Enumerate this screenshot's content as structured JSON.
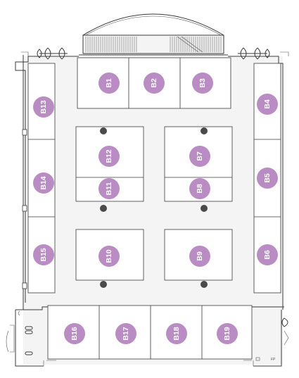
{
  "booths": [
    {
      "id": "B1"
    },
    {
      "id": "B2"
    },
    {
      "id": "B3"
    },
    {
      "id": "B4"
    },
    {
      "id": "B5"
    },
    {
      "id": "B6"
    },
    {
      "id": "B7"
    },
    {
      "id": "B8"
    },
    {
      "id": "B9"
    },
    {
      "id": "B10"
    },
    {
      "id": "B11"
    },
    {
      "id": "B12"
    },
    {
      "id": "B13"
    },
    {
      "id": "B14"
    },
    {
      "id": "B15"
    },
    {
      "id": "B16"
    },
    {
      "id": "B17"
    },
    {
      "id": "B18"
    },
    {
      "id": "B19"
    }
  ],
  "marker_label": "FP",
  "colors": {
    "badge": "#b98dc3",
    "badge_text": "#ffffff",
    "wall": "#3a3a3a",
    "column": "#4a4a4a",
    "background": "#f4f4f4"
  }
}
